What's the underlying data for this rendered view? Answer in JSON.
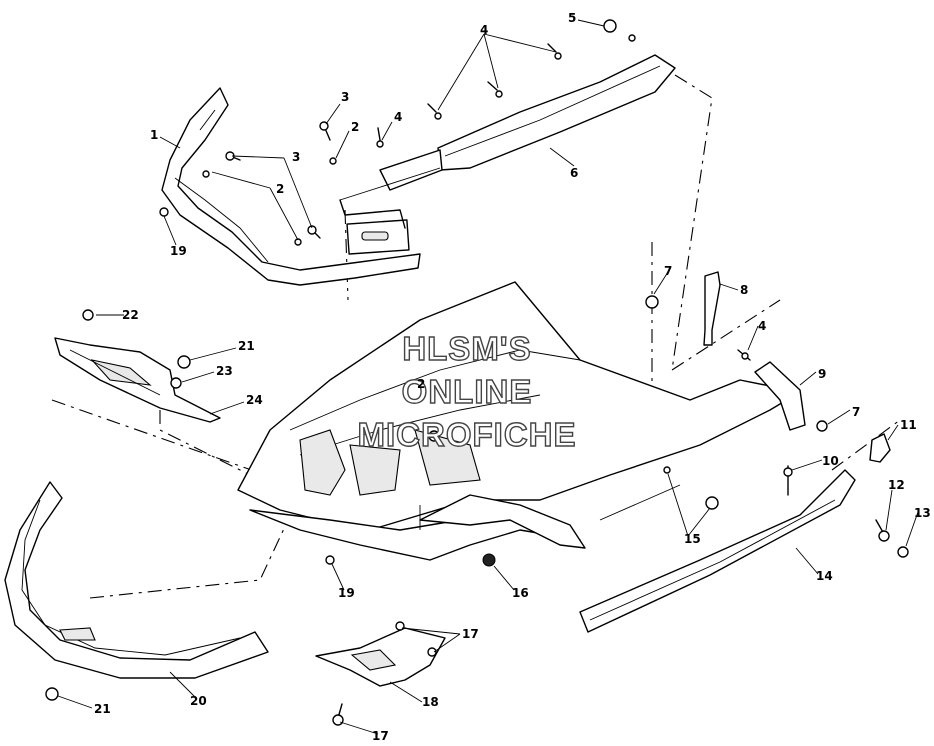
{
  "watermark": [
    "HLSM'S",
    "ONLINE",
    "MICROFICHE"
  ],
  "callouts": [
    {
      "id": "c1",
      "label": "1"
    },
    {
      "id": "c2a",
      "label": "2"
    },
    {
      "id": "c2b",
      "label": "2"
    },
    {
      "id": "c2c",
      "label": "2"
    },
    {
      "id": "c3a",
      "label": "3"
    },
    {
      "id": "c3b",
      "label": "3"
    },
    {
      "id": "c4a",
      "label": "4"
    },
    {
      "id": "c4b",
      "label": "4"
    },
    {
      "id": "c4c",
      "label": "4"
    },
    {
      "id": "c5",
      "label": "5"
    },
    {
      "id": "c6",
      "label": "6"
    },
    {
      "id": "c7a",
      "label": "7"
    },
    {
      "id": "c7b",
      "label": "7"
    },
    {
      "id": "c8",
      "label": "8"
    },
    {
      "id": "c9",
      "label": "9"
    },
    {
      "id": "c10",
      "label": "10"
    },
    {
      "id": "c11",
      "label": "11"
    },
    {
      "id": "c12",
      "label": "12"
    },
    {
      "id": "c13",
      "label": "13"
    },
    {
      "id": "c14",
      "label": "14"
    },
    {
      "id": "c15",
      "label": "15"
    },
    {
      "id": "c16",
      "label": "16"
    },
    {
      "id": "c17a",
      "label": "17"
    },
    {
      "id": "c17b",
      "label": "17"
    },
    {
      "id": "c18",
      "label": "18"
    },
    {
      "id": "c19a",
      "label": "19"
    },
    {
      "id": "c19b",
      "label": "19"
    },
    {
      "id": "c20",
      "label": "20"
    },
    {
      "id": "c21a",
      "label": "21"
    },
    {
      "id": "c21b",
      "label": "21"
    },
    {
      "id": "c22",
      "label": "22"
    },
    {
      "id": "c23",
      "label": "23"
    },
    {
      "id": "c24",
      "label": "24"
    }
  ]
}
